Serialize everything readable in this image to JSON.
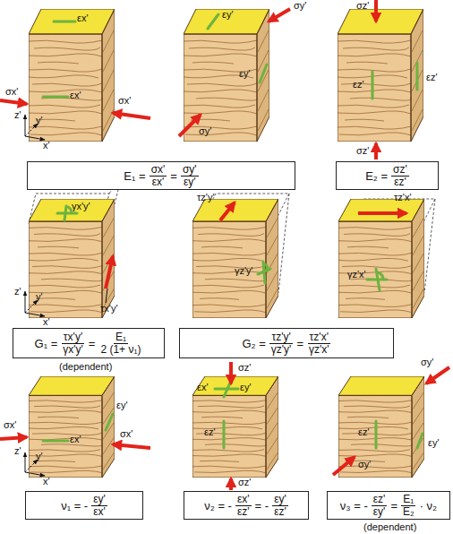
{
  "diagram": {
    "nodes": [
      {
        "text": [
          "E₁ =",
          "σx'",
          "εx'",
          "=",
          "σy'",
          "εy'"
        ]
      },
      {
        "text": [
          "E₂ =",
          "σz'",
          "εz'"
        ]
      },
      {
        "text": [
          "G₁ =",
          "τx'y'",
          "γx'y'",
          "=",
          "E₁",
          "2 (1+ ν₁)"
        ]
      },
      {
        "text": [
          "G₂ =",
          "τz'y'",
          "γz'y'",
          "=",
          "τz'x'",
          "γz'x'"
        ]
      },
      {
        "text": [
          "ν₁ = -",
          "εy'",
          "εx'"
        ]
      },
      {
        "text": [
          "ν₂ = -",
          "εx'",
          "εz'",
          "= -",
          "εy'",
          "εz'"
        ]
      },
      {
        "text": [
          "ν₃ = -",
          "εz'",
          "εy'",
          "=",
          "E₁",
          "E₂",
          "· ν₂"
        ]
      }
    ],
    "labels": [
      "σx'",
      "εx'",
      "εx'",
      "σx'",
      "z'",
      "y'",
      "x'",
      "σy'",
      "εy'",
      "εy'",
      "σy'",
      "σz'",
      "εz'",
      "εz'",
      "σz'",
      "γx'y'",
      "z'",
      "y'",
      "x'",
      "τx'y'",
      "τz'y'",
      "γz'y'",
      "τz'x'",
      "γz'x'",
      "(dependent)",
      "σx'",
      "εy'",
      "εx'",
      "σx'",
      "z'",
      "y'",
      "x'",
      "σz'",
      "εx'",
      "εy'",
      "εz'",
      "σz'",
      "σy'",
      "εz'",
      "εy'",
      "σy'",
      "(dependent)"
    ]
  }
}
